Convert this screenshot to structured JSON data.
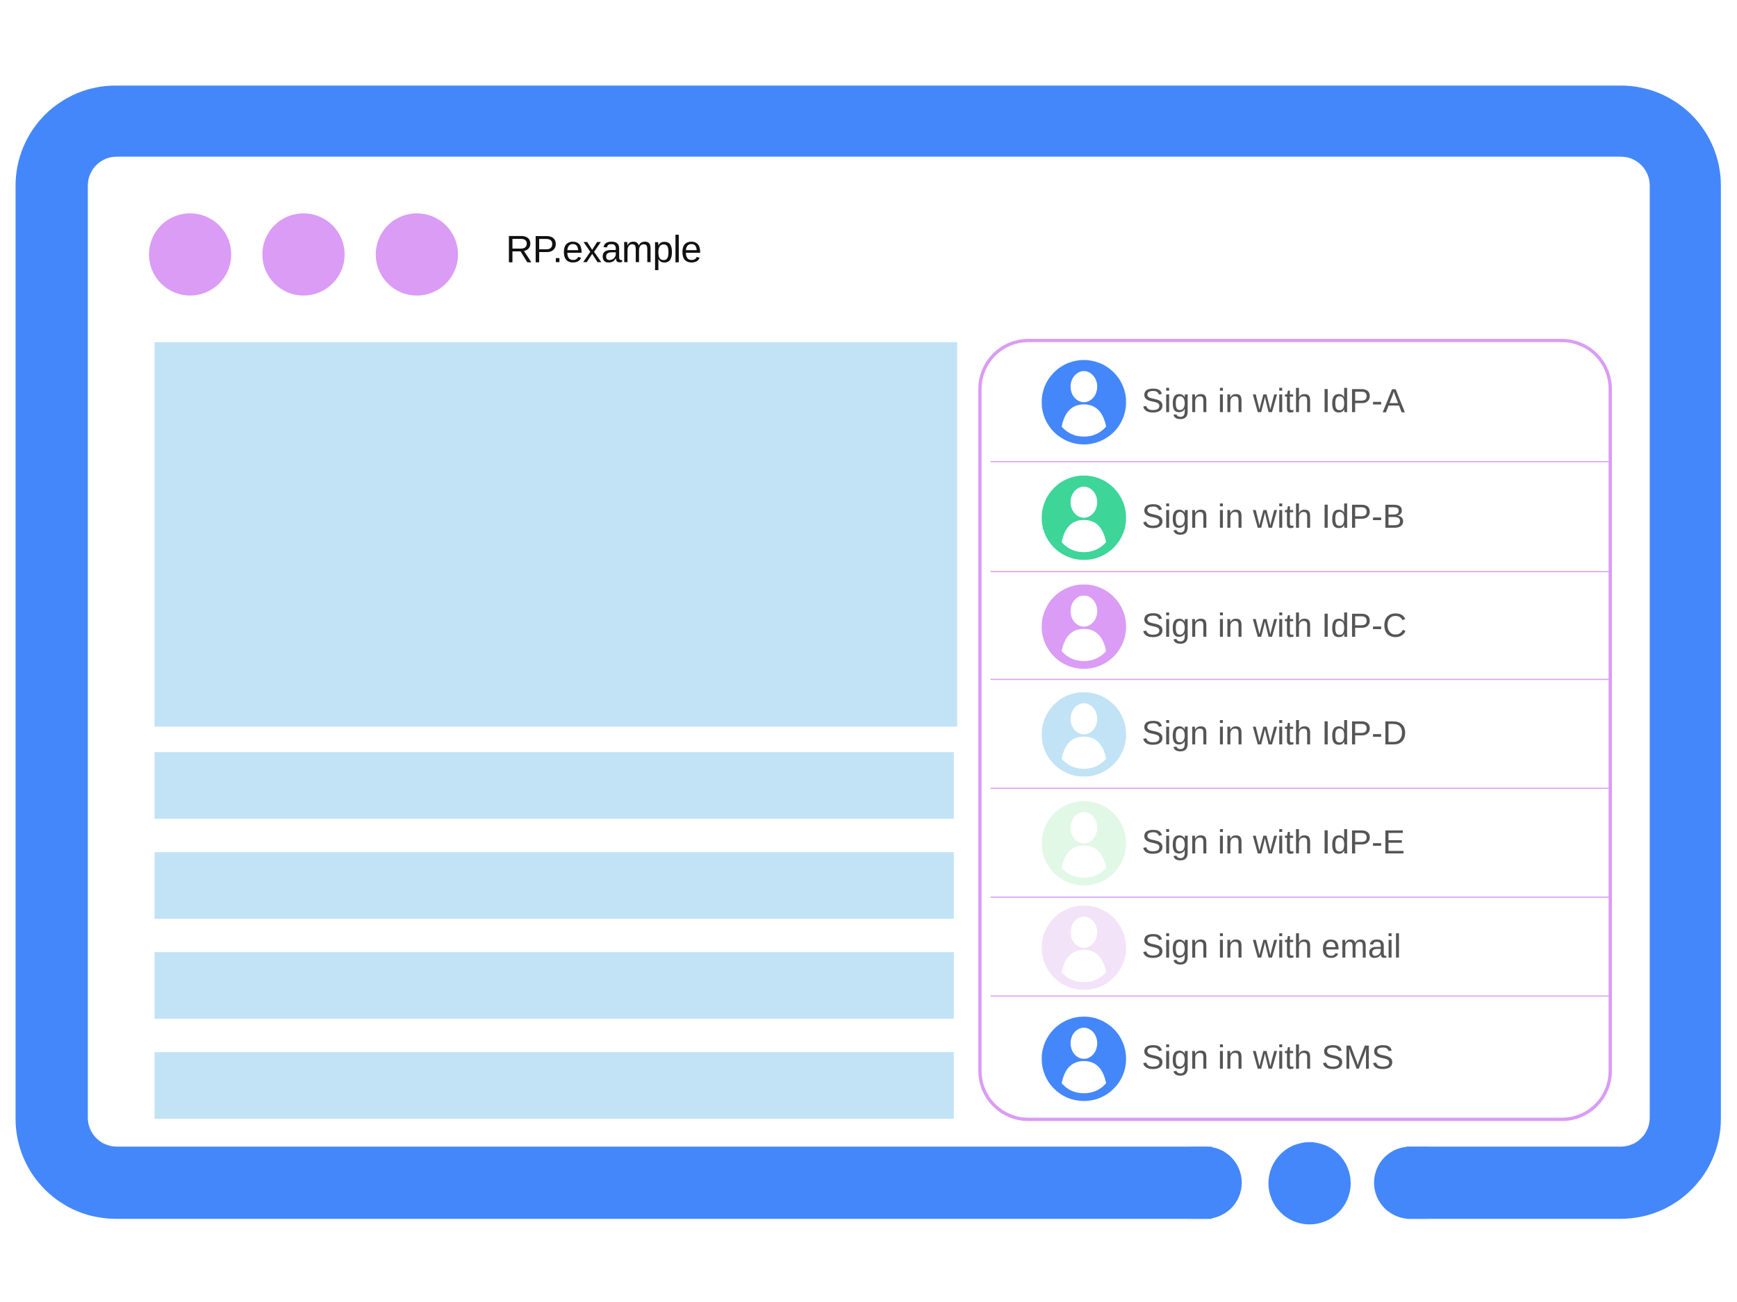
{
  "browser": {
    "title": "RP.example",
    "dot_color": "#DA9CF5",
    "frame_color": "#4487FA"
  },
  "content": {
    "placeholder_color": "#C2E3F6"
  },
  "signin_panel": {
    "border_color": "#DA9CF5",
    "options": [
      {
        "label": "Sign in with IdP-A",
        "icon": "user-avatar-icon",
        "color": "#4487FA"
      },
      {
        "label": "Sign in with IdP-B",
        "icon": "user-avatar-icon",
        "color": "#3DD598"
      },
      {
        "label": "Sign in with IdP-C",
        "icon": "user-avatar-icon",
        "color": "#DA9CF5"
      },
      {
        "label": "Sign in with IdP-D",
        "icon": "user-avatar-icon",
        "color": "#C2E3F6"
      },
      {
        "label": "Sign in with IdP-E",
        "icon": "user-avatar-icon",
        "color": "#E2F8E6"
      },
      {
        "label": "Sign in with email",
        "icon": "user-avatar-icon",
        "color": "#F3E3F8"
      },
      {
        "label": "Sign in with SMS",
        "icon": "user-avatar-icon",
        "color": "#4487FA"
      }
    ]
  }
}
